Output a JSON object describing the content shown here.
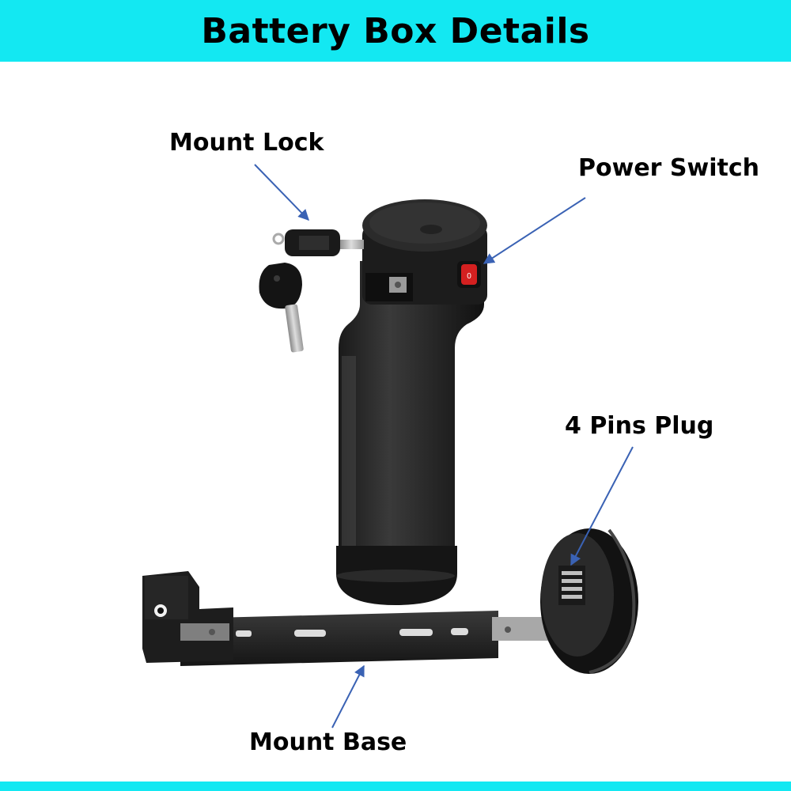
{
  "title": "Battery Box Details",
  "accent_color": "#13E8F2",
  "arrow_color": "#3A62B4",
  "labels": {
    "mount_lock": "Mount Lock",
    "power_switch": "Power Switch",
    "pins_plug": "4 Pins Plug",
    "mount_base": "Mount Base"
  }
}
